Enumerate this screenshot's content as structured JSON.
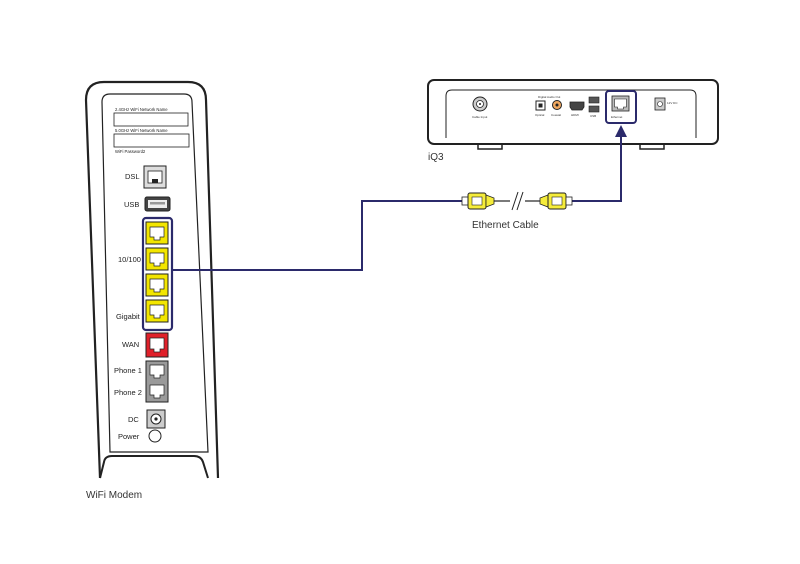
{
  "modem": {
    "caption": "WiFi Modem",
    "fields": [
      "2.4GHz WiFi Network Name",
      "5.0GHz WiFi Network Name",
      "WiFi Password2"
    ],
    "port_labels": {
      "dsl": "DSL",
      "usb": "USB",
      "lan_top": "10/100",
      "lan_bottom": "Gigabit",
      "wan": "WAN",
      "phone1": "Phone 1",
      "phone2": "Phone 2",
      "dc": "DC",
      "power": "Power"
    }
  },
  "iq3": {
    "caption": "iQ3",
    "port_labels": [
      "Cable Input",
      "Digital Audio Out",
      "Optical",
      "Coaxial",
      "HDMI",
      "USB",
      "Ethernet",
      "12V DC"
    ]
  },
  "cable": {
    "caption": "Ethernet Cable"
  },
  "colors": {
    "highlight": "#2b2a6b",
    "lan_port": "#f3e600",
    "wan_port": "#e0202a",
    "grey_port": "#9a9a9a",
    "outline": "#222222"
  }
}
